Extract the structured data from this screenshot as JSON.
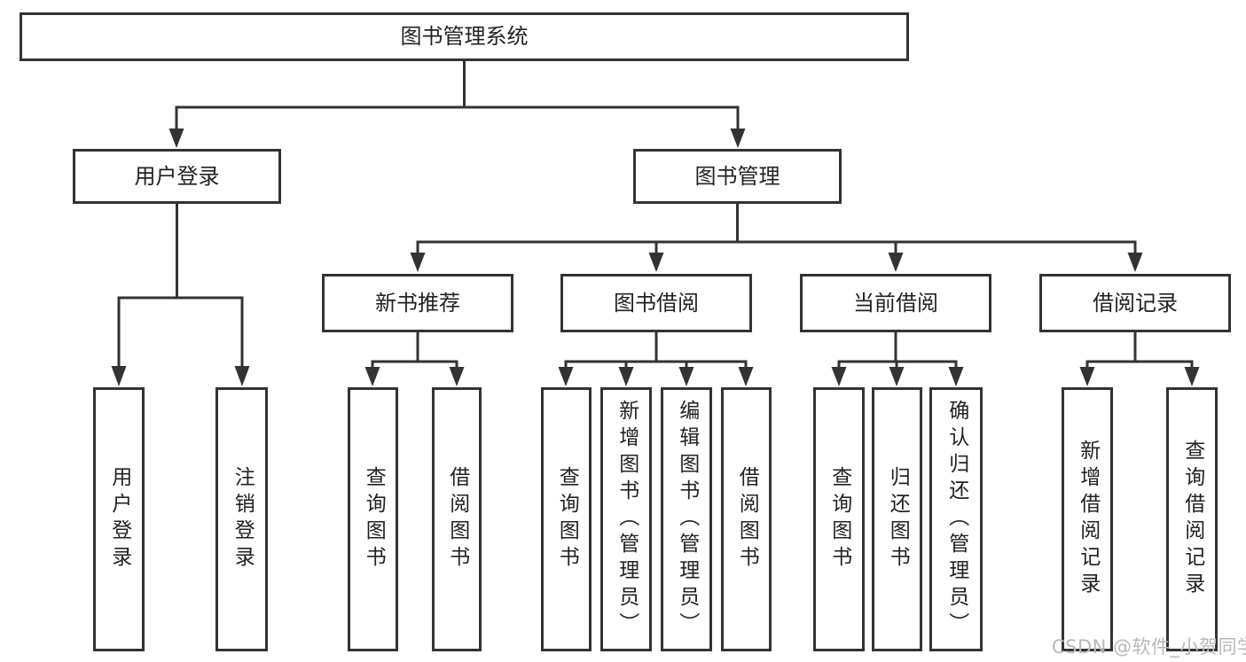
{
  "diagram": {
    "root": {
      "label": "图书管理系统"
    },
    "branches": [
      {
        "label": "用户登录",
        "children": [
          {
            "label": "用户登录"
          },
          {
            "label": "注销登录"
          }
        ]
      },
      {
        "label": "图书管理",
        "children": [
          {
            "label": "新书推荐",
            "children": [
              {
                "label": "查询图书"
              },
              {
                "label": "借阅图书"
              }
            ]
          },
          {
            "label": "图书借阅",
            "children": [
              {
                "label": "查询图书"
              },
              {
                "label": "新增图书（管理员）"
              },
              {
                "label": "编辑图书（管理员）"
              },
              {
                "label": "借阅图书"
              }
            ]
          },
          {
            "label": "当前借阅",
            "children": [
              {
                "label": "查询图书"
              },
              {
                "label": "归还图书"
              },
              {
                "label": "确认归还（管理员）"
              }
            ]
          },
          {
            "label": "借阅记录",
            "children": [
              {
                "label": "新增借阅记录"
              },
              {
                "label": "查询借阅记录"
              }
            ]
          }
        ]
      }
    ]
  },
  "watermark": {
    "text": "CSDN @软件_小贺同学"
  },
  "colors": {
    "line": "#333333",
    "text": "#222222",
    "box_fill": "#ffffff",
    "watermark": "#b9b9b9",
    "background": "#ffffff"
  }
}
